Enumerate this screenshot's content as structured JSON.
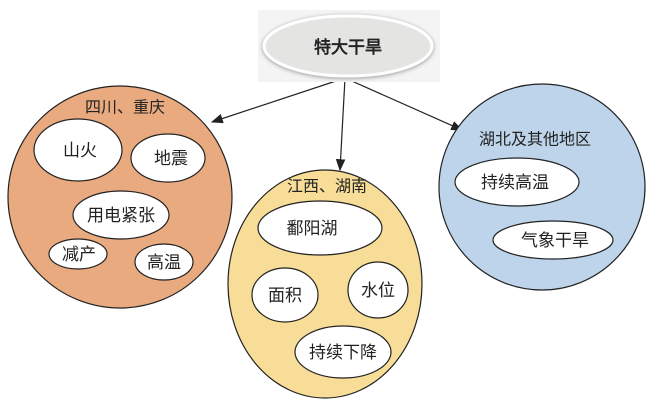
{
  "root": {
    "label": "特大干旱"
  },
  "colors": {
    "sichuan": "#E9AA80",
    "jiangxi": "#F8DD98",
    "hubei": "#BDD4EA",
    "root": "#E4E4E2"
  },
  "regions": [
    {
      "title": "四川、重庆",
      "items": [
        "山火",
        "地震",
        "用电紧张",
        "减产",
        "高温"
      ]
    },
    {
      "title": "江西、湖南",
      "items": [
        "鄱阳湖",
        "面积",
        "水位",
        "持续下降"
      ]
    },
    {
      "title": "湖北及其他地区",
      "items": [
        "持续高温",
        "气象干旱"
      ]
    }
  ]
}
